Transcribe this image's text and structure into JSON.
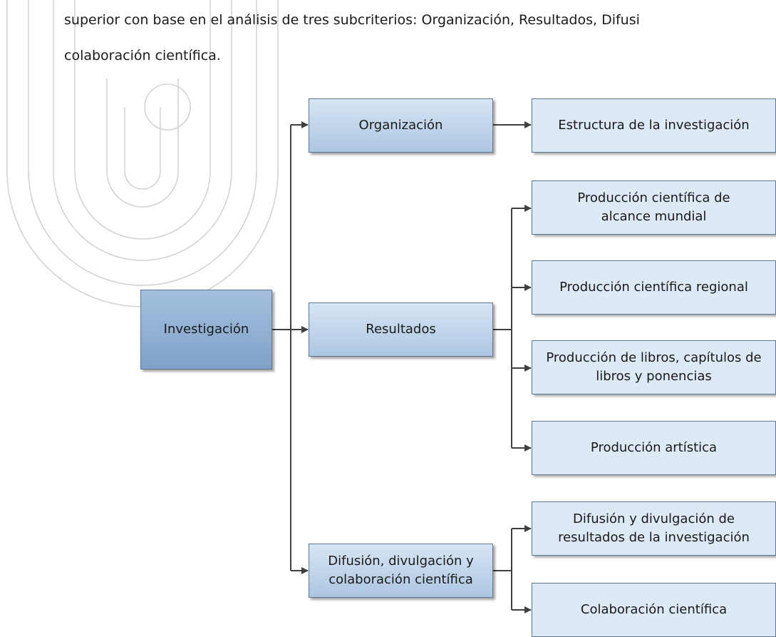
{
  "document": {
    "line1": "superior con base en el análisis de tres subcriterios: Organización, Resultados, Difusi",
    "line2": "colaboración científica."
  },
  "diagram": {
    "root": {
      "label": "Investigación"
    },
    "branches": [
      {
        "label": "Organización"
      },
      {
        "label": "Resultados"
      },
      {
        "label": "Difusión, divulgación y colaboración científica"
      }
    ],
    "leaves": [
      {
        "label": "Estructura de la investigación"
      },
      {
        "label": "Producción científica de alcance mundial"
      },
      {
        "label": "Producción científica regional"
      },
      {
        "label": "Producción de libros, capítulos de libros y ponencias"
      },
      {
        "label": "Producción artística"
      },
      {
        "label": "Difusión y divulgación de resultados de la investigación"
      },
      {
        "label": "Colaboración científica"
      }
    ]
  }
}
